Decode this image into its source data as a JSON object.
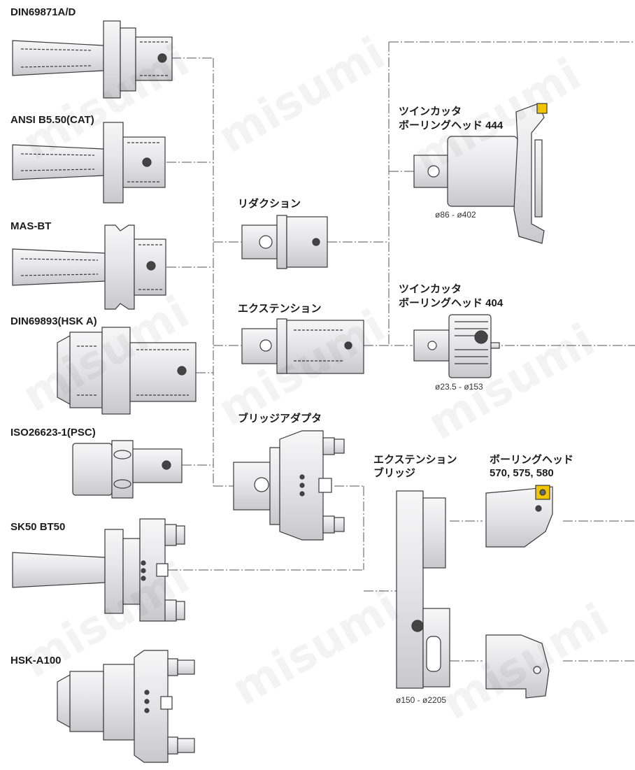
{
  "watermark": "misumi",
  "left_column": [
    {
      "id": "din69871",
      "label": "DIN69871A/D"
    },
    {
      "id": "ansi",
      "label": "ANSI B5.50(CAT)"
    },
    {
      "id": "masbt",
      "label": "MAS-BT"
    },
    {
      "id": "din69893",
      "label": "DIN69893(HSK A)"
    },
    {
      "id": "iso26623",
      "label": "ISO26623-1(PSC)"
    },
    {
      "id": "sk50",
      "label": "SK50 BT50"
    },
    {
      "id": "hska100",
      "label": "HSK-A100"
    }
  ],
  "middle_column": [
    {
      "id": "reduction",
      "label": "リダクション"
    },
    {
      "id": "extension",
      "label": "エクステンション"
    },
    {
      "id": "bridge_adapter",
      "label": "ブリッジアダプタ"
    }
  ],
  "right_column": {
    "twin444": {
      "label_line1": "ツインカッタ",
      "label_line2": "ボーリングヘッド 444",
      "range": "ø86 - ø402"
    },
    "twin404": {
      "label_line1": "ツインカッタ",
      "label_line2": "ボーリングヘッド 404",
      "range": "ø23.5 - ø153"
    },
    "ext_bridge": {
      "label_line1": "エクステンション",
      "label_line2": "ブリッジ",
      "range": "ø150 - ø2205"
    },
    "boring_heads": {
      "label_line1": "ボーリングヘッド",
      "label_line2": "570, 575, 580"
    }
  },
  "colors": {
    "body": "#e4e4e6",
    "stroke": "#3a3a3a",
    "insert": "#f2c500",
    "line": "#555555"
  }
}
